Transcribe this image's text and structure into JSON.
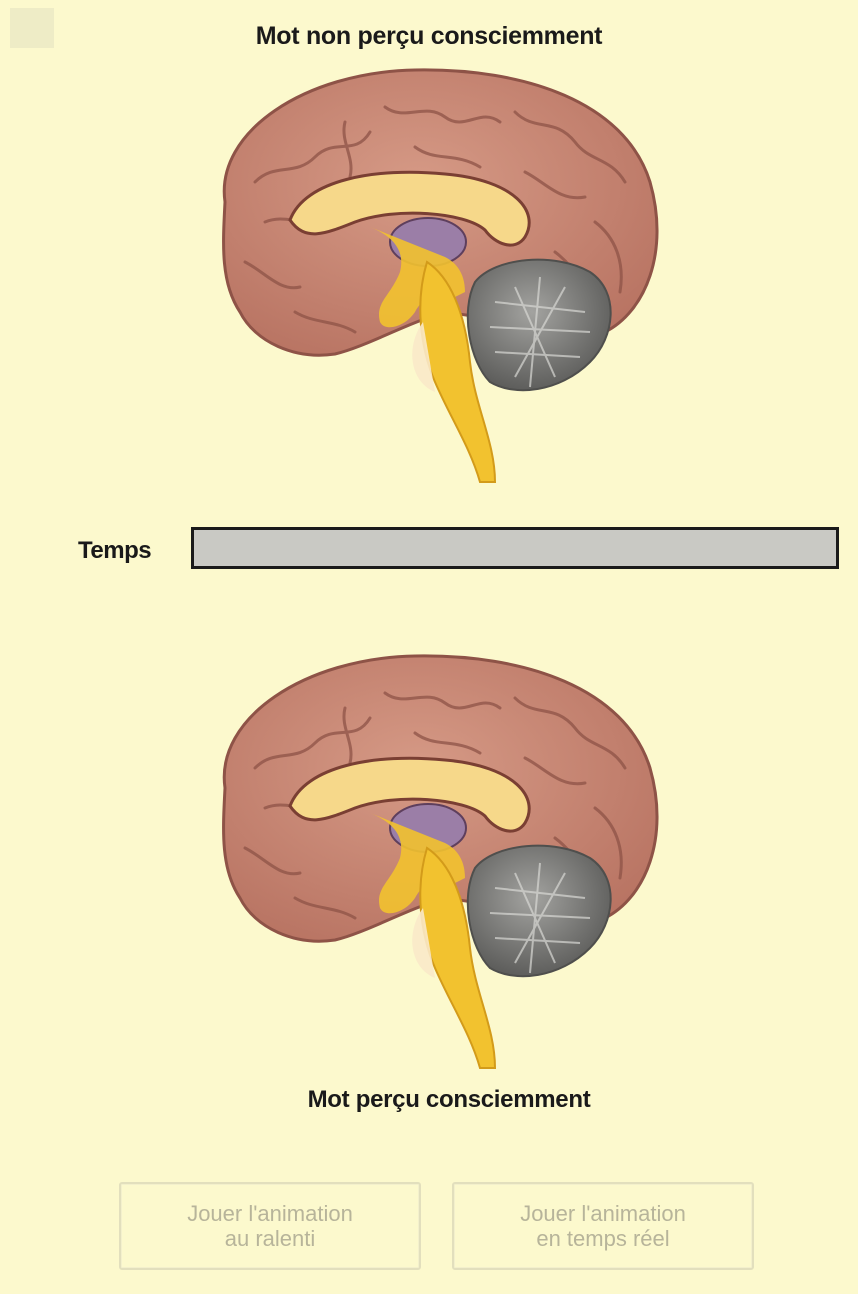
{
  "diagram": {
    "top_label": "Mot non perçu consciemment",
    "bottom_label": "Mot perçu consciemment"
  },
  "timeline": {
    "label": "Temps",
    "progress": 0
  },
  "buttons": {
    "fast": {
      "line1": "Jouer l'animation",
      "line2": "au ralenti"
    },
    "real": {
      "line1": "Jouer l'animation",
      "line2": "en temps réel"
    }
  },
  "colors": {
    "background": "#fcf9cd",
    "cortex": "#c98a78",
    "cortex_dark": "#8e5347",
    "corpus_callosum": "#f6d88a",
    "brainstem": "#f2c22f",
    "cerebellum": "#7d7d7b",
    "thalamus": "#9b7ea7"
  }
}
